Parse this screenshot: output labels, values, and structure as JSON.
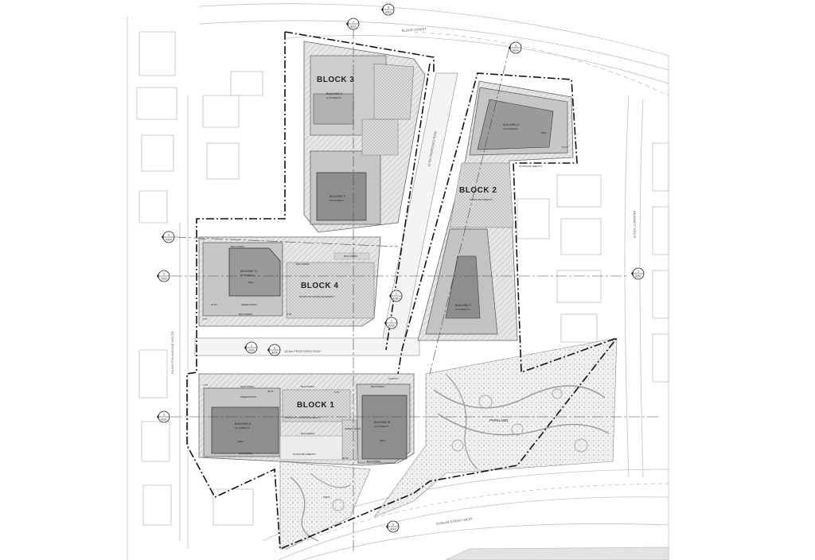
{
  "streets": {
    "bloor": "BLOOR STREET",
    "dundas": "DUNDAS STREET WEST",
    "islington": "ISLINGTON AVENUE SOUTH",
    "bearsett": "BEARSETT DRIVE",
    "row_vertical": "18.5m PROPOSED ROW",
    "row_horizontal": "18.5m PROPOSED ROW"
  },
  "blocks": {
    "block1": "BLOCK 1",
    "block2": "BLOCK 2",
    "block3": "BLOCK 3",
    "block4": "BLOCK 4"
  },
  "buildings": {
    "a": {
      "name": "BUILDING A",
      "storeys": "45 STOREYS",
      "mph": "MPH"
    },
    "b": {
      "name": "BUILDING B",
      "storeys": "42 STOREYS",
      "mph": "MPH"
    },
    "c": {
      "name": "BUILDING C",
      "storeys": "30 STOREYS"
    },
    "d": {
      "name": "BUILDING D",
      "storeys": "10 STOREYS",
      "mph": "MPH"
    },
    "e": {
      "name": "BUILDING E",
      "storeys": "12 STOREYS"
    },
    "f": {
      "name": "BUILDING F",
      "storeys": "25 STOREYS"
    },
    "g": {
      "name": "BUILDING G",
      "storeys": "39 STOREYS",
      "mph": "MPH"
    }
  },
  "labels": {
    "balconies": "BALCONIES",
    "green_roof": "GREEN ROOF",
    "rooftop_outdoor_amenity": "ROOFTOP OUTDOOR AMENITY",
    "outdoor_amenity": "OUTDOOR AMENITY",
    "parkland": "PARKLAND",
    "pops": "POPS",
    "canopy": "CANOPY",
    "st20": "20 ST",
    "st40": "40 ST",
    "st6": "6 ST",
    "st4": "4 ST",
    "st3": "3 ST",
    "st2": "2 ST",
    "st10": "10 ST"
  },
  "section_markers": [
    {
      "num": "3",
      "sheet": "A202"
    },
    {
      "num": "1",
      "sheet": "A202"
    },
    {
      "num": "1",
      "sheet": "A204"
    },
    {
      "num": "1",
      "sheet": "A204"
    },
    {
      "num": "1",
      "sheet": "A203"
    },
    {
      "num": "1",
      "sheet": "A202"
    },
    {
      "num": "1",
      "sheet": "A205-2"
    },
    {
      "num": "1",
      "sheet": "A205"
    },
    {
      "num": "1",
      "sheet": "A206"
    },
    {
      "num": "2",
      "sheet": "A206"
    },
    {
      "num": "1",
      "sheet": "A201"
    },
    {
      "num": "2",
      "sheet": "A202"
    }
  ],
  "colors": {
    "line": "#333333",
    "context": "#bbbbbb",
    "hatch": "#cfcfcf",
    "tower": "#8e8e8e",
    "podium": "#c4c4c4"
  }
}
